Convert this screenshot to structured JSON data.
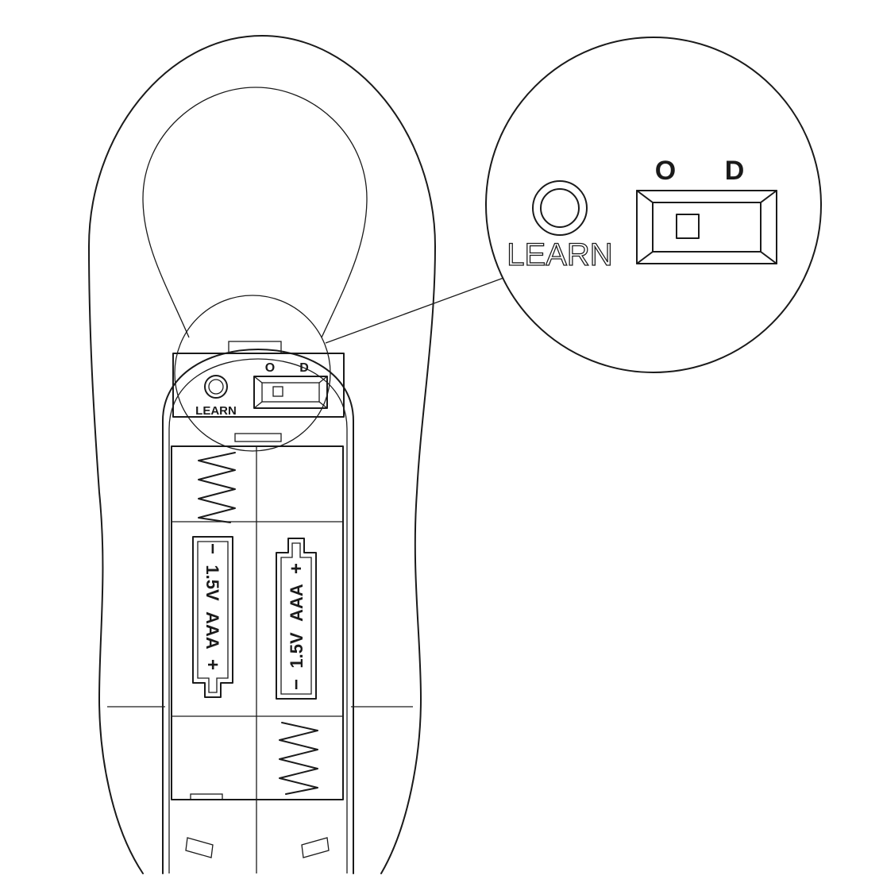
{
  "small_labels": {
    "learn": "LEARN",
    "switch_left": "O",
    "switch_right": "D"
  },
  "zoom_labels": {
    "learn": "LEARN",
    "switch_left": "O",
    "switch_right": "D"
  },
  "battery_left": {
    "minus": "−",
    "voltage": "1.5V",
    "type": "AAA",
    "plus": "+"
  },
  "battery_right": {
    "minus": "−",
    "voltage": "1.5V",
    "type": "AAA",
    "plus": "+"
  }
}
